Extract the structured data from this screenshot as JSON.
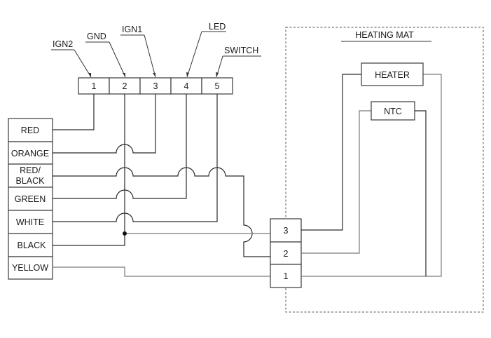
{
  "diagram": {
    "type": "wiring-diagram",
    "main_connector": {
      "pins": [
        {
          "number": "1",
          "signal": "IGN2"
        },
        {
          "number": "2",
          "signal": "GND"
        },
        {
          "number": "3",
          "signal": "IGN1"
        },
        {
          "number": "4",
          "signal": "LED"
        },
        {
          "number": "5",
          "signal": "SWITCH"
        }
      ]
    },
    "wire_colors": [
      {
        "label": "RED",
        "connects_to": "main pin 1 (IGN2)"
      },
      {
        "label": "ORANGE",
        "connects_to": "main pin 3 (IGN1)"
      },
      {
        "label_line1": "RED/",
        "label_line2": "BLACK",
        "connects_to": "heating mat pin 2"
      },
      {
        "label": "GREEN",
        "connects_to": "main pin 4 (LED)"
      },
      {
        "label": "WHITE",
        "connects_to": "main pin 5 (SWITCH)"
      },
      {
        "label": "BLACK",
        "connects_to": "main pin 2 (GND) + heating mat pin 3"
      },
      {
        "label": "YELLOW",
        "connects_to": "heating mat pin 1"
      }
    ],
    "heating_mat": {
      "title": "HEATING MAT",
      "connector_pins": [
        "3",
        "2",
        "1"
      ],
      "components": [
        {
          "name": "HEATER",
          "between_pins": [
            "3",
            "1"
          ]
        },
        {
          "name": "NTC",
          "between_pins": [
            "2",
            "1"
          ]
        }
      ]
    }
  }
}
